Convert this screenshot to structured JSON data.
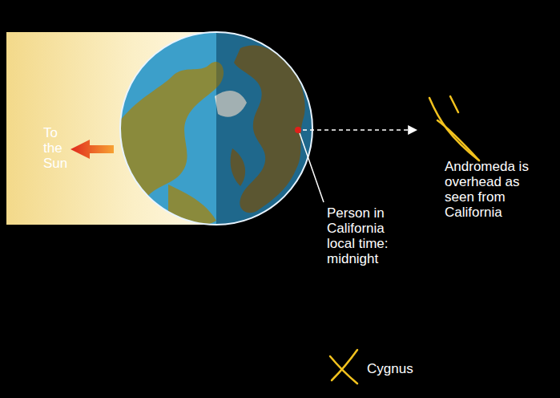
{
  "diagram": {
    "labels": [
      "To the Sun",
      "Person in California local time: midnight",
      "Andromeda is overhead as seen from California",
      "Cygnus"
    ]
  }
}
